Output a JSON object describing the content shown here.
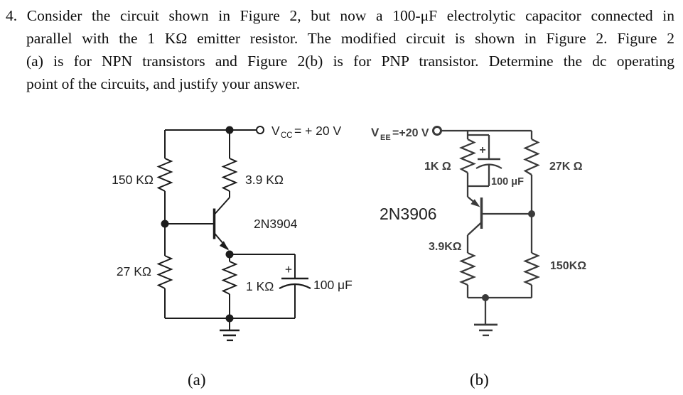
{
  "problem": {
    "lines": [
      "4. Consider the circuit shown in Figure 2, but now a 100-μF electrolytic capacitor connected in",
      "parallel with the 1 KΩ emitter resistor. The modified circuit is shown in Figure 2. Figure 2",
      "(a) is for NPN transistors and Figure 2(b) is for PNP transistor. Determine the dc operating",
      "point of the circuits, and justify your answer."
    ]
  },
  "figure_a": {
    "caption": "(a)",
    "supply": {
      "base": "V",
      "sub": "CC",
      "rest": "= + 20 V"
    },
    "r_base_upper": "150 KΩ",
    "r_base_lower": "27 KΩ",
    "r_collector": "3.9 KΩ",
    "r_emitter": "1 KΩ",
    "capacitor": "100 μF",
    "cap_polarity": "+",
    "transistor": "2N3904"
  },
  "figure_b": {
    "caption": "(b)",
    "supply": {
      "base": "V",
      "sub": "EE",
      "rest": "=+20 V"
    },
    "r_emitter": "1K Ω",
    "r_base_upper": "27K Ω",
    "r_collector": "3.9KΩ",
    "r_base_lower": "150KΩ",
    "capacitor": "100 μF",
    "cap_polarity": "+",
    "transistor": "2N3906"
  },
  "colors": {
    "background": "#ffffff",
    "ink": "#1c1c1c",
    "scan_ink": "#3a3a3a"
  }
}
